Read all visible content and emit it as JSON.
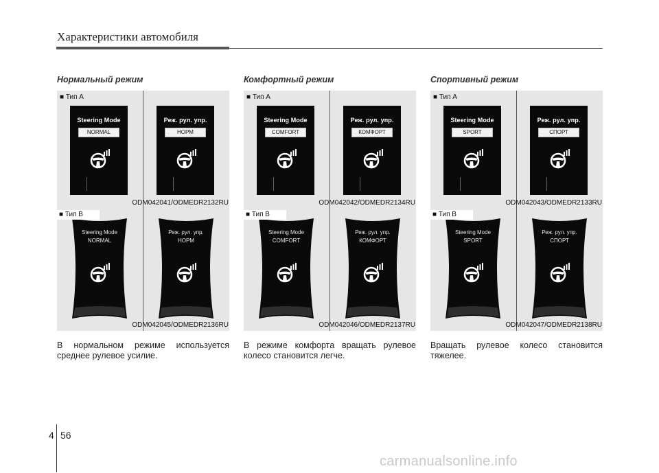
{
  "header": {
    "title": "Характеристики автомобиля"
  },
  "sections": [
    {
      "title": "Нормальный режим",
      "type_a": {
        "label": "■ Тип A",
        "code": "ODM042041/ODMEDR2132RU",
        "left": {
          "title": "Steering Mode",
          "mode": "NORMAL"
        },
        "right": {
          "title": "Реж. рул. упр.",
          "mode": "НОРМ"
        }
      },
      "type_b": {
        "label": "■ Тип B",
        "code": "ODM042045/ODMEDR2136RU",
        "left": {
          "title": "Steering Mode",
          "mode": "NORMAL"
        },
        "right": {
          "title": "Реж. рул. упр.",
          "mode": "НОРМ"
        }
      },
      "description": "В нормальном режиме используется среднее рулевое усилие."
    },
    {
      "title": "Комфортный режим",
      "type_a": {
        "label": "■ Тип A",
        "code": "ODM042042/ODMEDR2134RU",
        "left": {
          "title": "Steering Mode",
          "mode": "COMFORT"
        },
        "right": {
          "title": "Реж. рул. упр.",
          "mode": "КОМФОРТ"
        }
      },
      "type_b": {
        "label": "■ Тип B",
        "code": "ODM042046/ODMEDR2137RU",
        "left": {
          "title": "Steering Mode",
          "mode": "COMFORT"
        },
        "right": {
          "title": "Реж. рул. упр.",
          "mode": "КОМФОРТ"
        }
      },
      "description": "В режиме комфорта вращать рулевое колесо становится легче."
    },
    {
      "title": "Спортивный режим",
      "type_a": {
        "label": "■ Тип A",
        "code": "ODM042043/ODMEDR2133RU",
        "left": {
          "title": "Steering Mode",
          "mode": "SPORT"
        },
        "right": {
          "title": "Реж. рул. упр.",
          "mode": "СПОРТ"
        }
      },
      "type_b": {
        "label": "■ Тип B",
        "code": "ODM042047/ODMEDR2138RU",
        "left": {
          "title": "Steering Mode",
          "mode": "SPORT"
        },
        "right": {
          "title": "Реж. рул. упр.",
          "mode": "СПОРТ"
        }
      },
      "description": "Вращать рулевое колесо становится тяжелее."
    }
  ],
  "footer": {
    "chapter": "4",
    "page": "56",
    "watermark": "carmanualsonline.info"
  },
  "icons": {
    "display_icon": "steering-wheel-icon"
  },
  "colors": {
    "panel_bg": "#e6e6e6",
    "display_bg": "#0a0a0a"
  }
}
